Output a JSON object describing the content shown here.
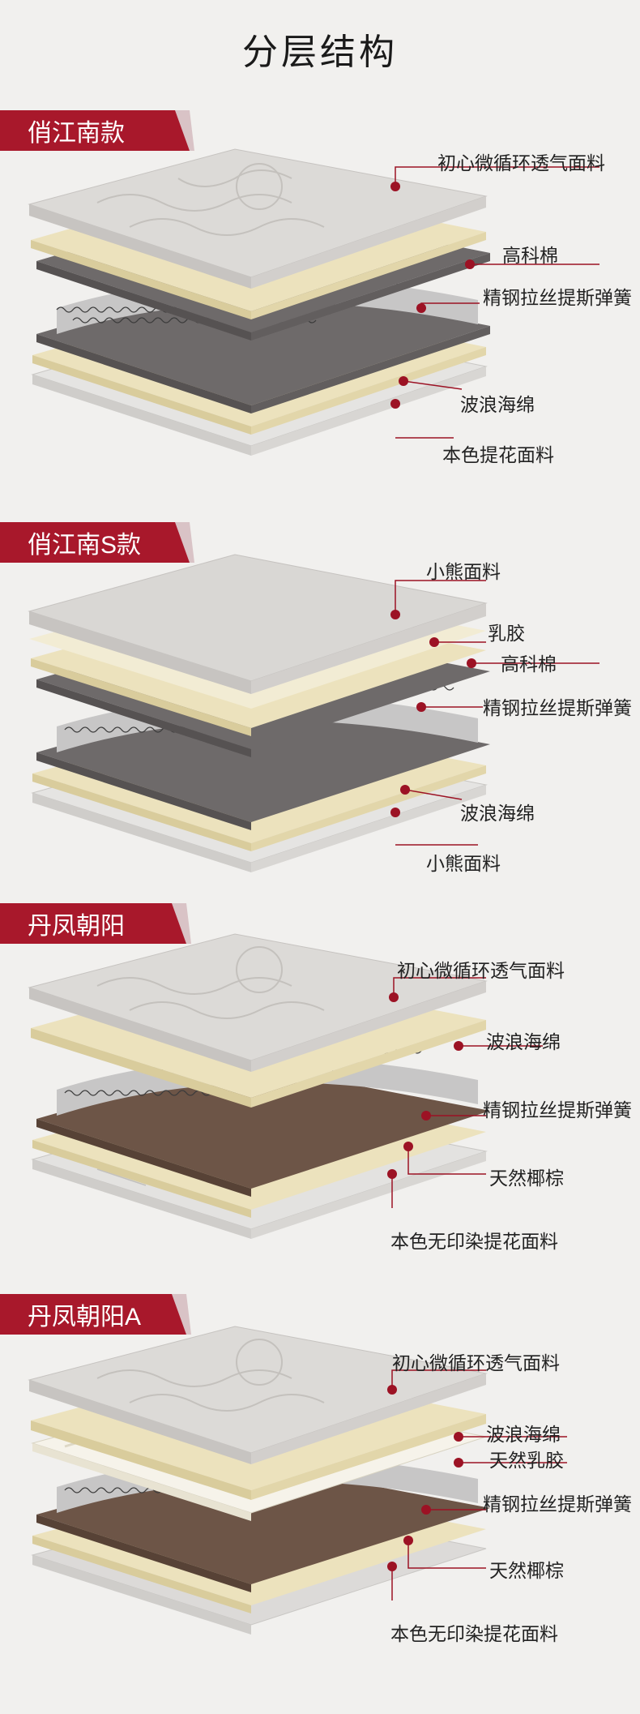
{
  "page": {
    "title": "分层结构"
  },
  "sections": [
    {
      "name": "俏江南款",
      "labels": [
        "初心微循环透气面料",
        "高科棉",
        "精钢拉丝提斯弹簧",
        "波浪海绵",
        "本色提花面料"
      ]
    },
    {
      "name": "俏江南S款",
      "labels": [
        "小熊面料",
        "乳胶",
        "高科棉",
        "精钢拉丝提斯弹簧",
        "波浪海绵",
        "小熊面料"
      ]
    },
    {
      "name": "丹凤朝阳",
      "labels": [
        "初心微循环透气面料",
        "波浪海绵",
        "精钢拉丝提斯弹簧",
        "天然椰棕",
        "本色无印染提花面料"
      ]
    },
    {
      "name": "丹凤朝阳A",
      "labels": [
        "初心微循环透气面料",
        "波浪海绵",
        "天然乳胶",
        "精钢拉丝提斯弹簧",
        "天然椰棕",
        "本色无印染提花面料"
      ]
    }
  ],
  "colors": {
    "accent": "#a8182b",
    "fabric": "#dddbd8",
    "foam": "#ece2bd",
    "felt": "#6b6767",
    "coir": "#6d5547",
    "latex": "#f6f3ea"
  }
}
